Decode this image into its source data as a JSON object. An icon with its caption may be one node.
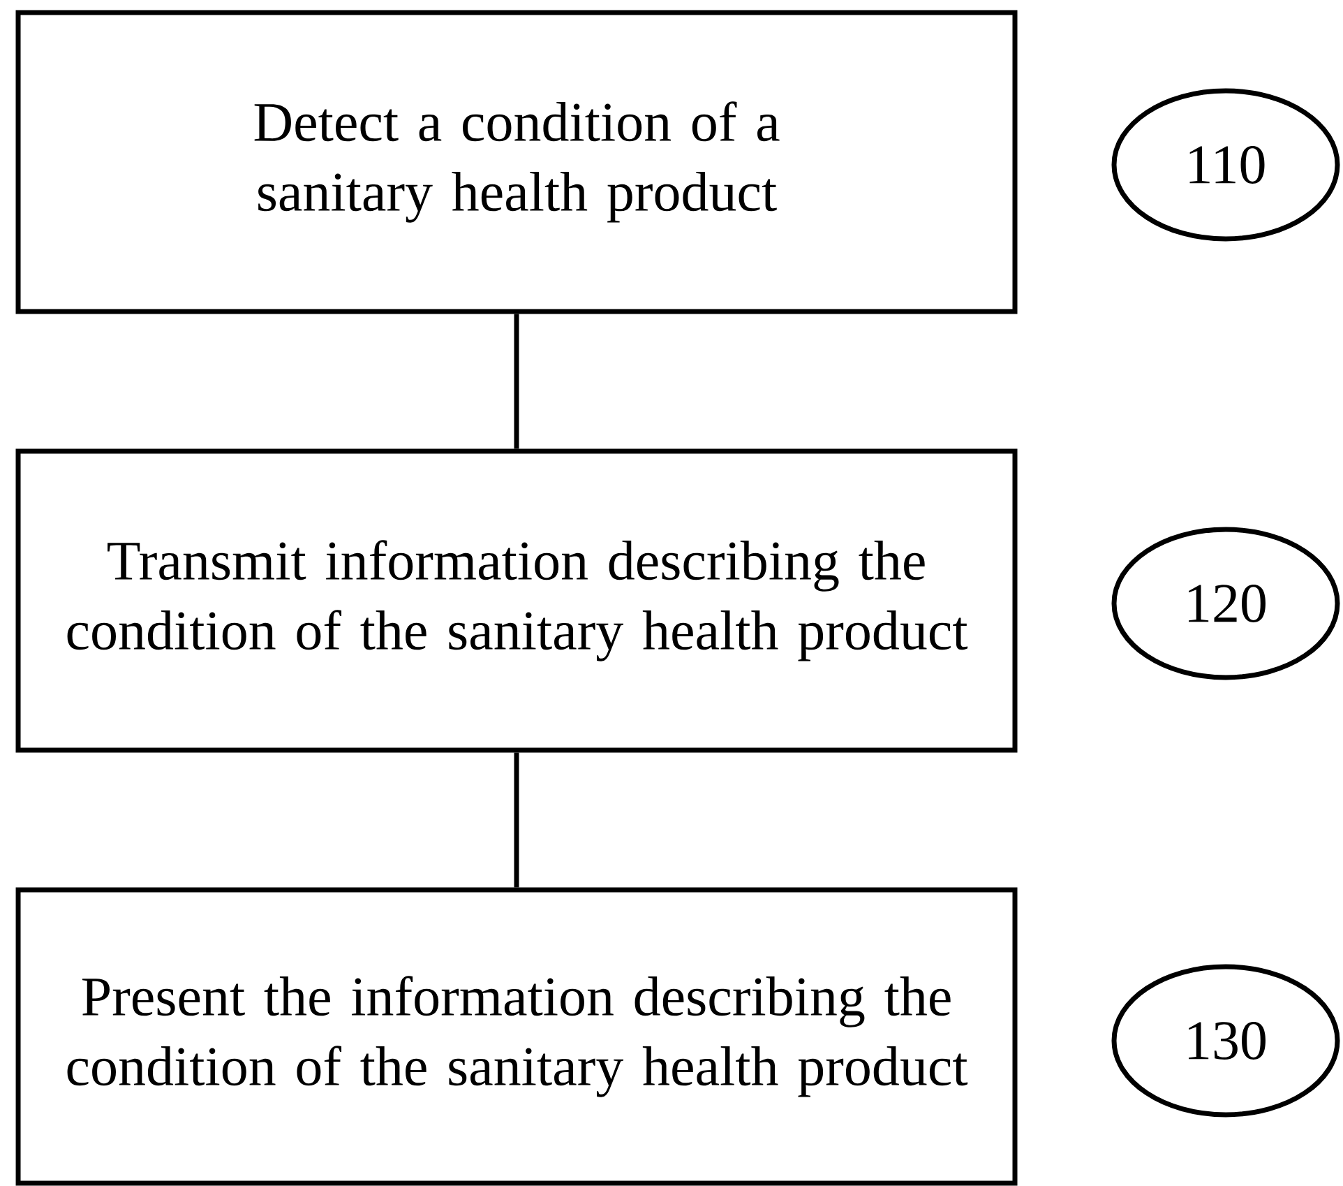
{
  "diagram": {
    "nodes": [
      {
        "text": [
          "Detect a condition of a sanitary health product"
        ]
      },
      {
        "text": [
          "Transmit information describing the condition of the sanitary health product"
        ]
      },
      {
        "text": [
          "Present the information describing the condition of the sanitary health product"
        ]
      },
      {
        "text": [
          "110"
        ]
      },
      {
        "text": [
          "120"
        ]
      },
      {
        "text": [
          "130"
        ]
      }
    ],
    "edges": [
      {
        "from": 0,
        "to": 1,
        "arrow": "none"
      },
      {
        "from": 1,
        "to": 2,
        "arrow": "none"
      }
    ]
  }
}
